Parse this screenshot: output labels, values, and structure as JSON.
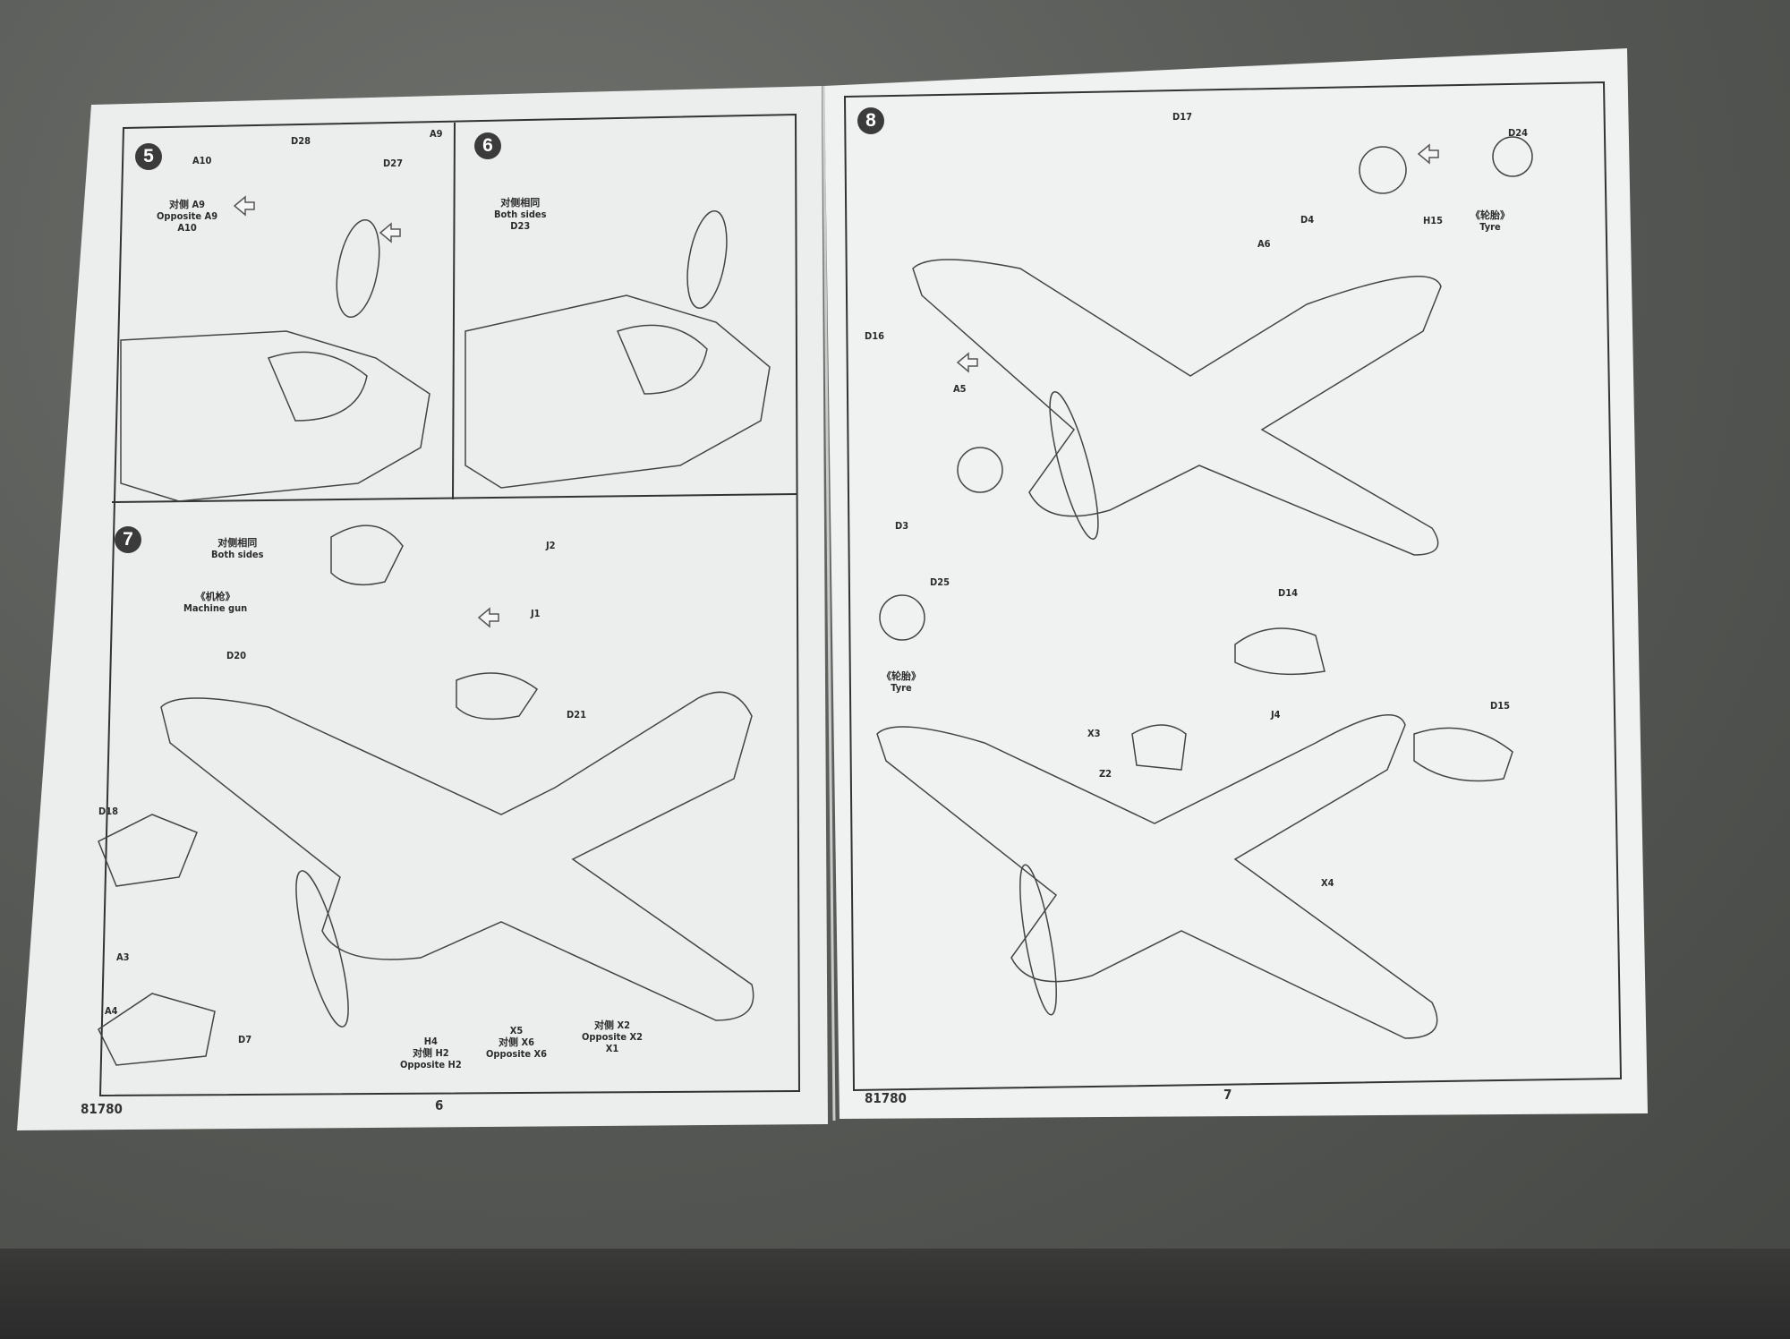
{
  "left_page": {
    "page_number": "6",
    "kit_number": "81780",
    "steps": {
      "step5": {
        "number": "5",
        "labels": {
          "a10": "A10",
          "d28": "D28",
          "d27": "D27",
          "a9": "A9",
          "opp_cn": "对侧 A9",
          "opp_en": "Opposite A9",
          "opp_part": "A10"
        }
      },
      "step6": {
        "number": "6",
        "labels": {
          "both_cn": "对侧相同",
          "both_en": "Both sides",
          "part": "D23"
        }
      },
      "step7": {
        "number": "7",
        "labels": {
          "both_cn": "对侧相同",
          "both_en": "Both sides",
          "gun_cn": "《机枪》",
          "gun_en": "Machine gun",
          "j2": "J2",
          "j1": "J1",
          "d20": "D20",
          "d21": "D21",
          "d18": "D18",
          "a3": "A3",
          "a4": "A4",
          "d7": "D7",
          "h4": "H4",
          "h2_cn": "对侧 H2",
          "h2_en": "Opposite H2",
          "x5": "X5",
          "x6_cn": "对侧 X6",
          "x6_en": "Opposite X6",
          "x2_cn": "对侧 X2",
          "x2_en": "Opposite X2",
          "x1": "X1"
        }
      }
    }
  },
  "right_page": {
    "page_number": "7",
    "kit_number": "81780",
    "steps": {
      "step8": {
        "number": "8",
        "labels": {
          "d17": "D17",
          "d24": "D24",
          "a6": "A6",
          "d4": "D4",
          "h15": "H15",
          "tyre_cn": "《轮胎》",
          "tyre_en": "Tyre",
          "d16": "D16",
          "a5": "A5",
          "d3": "D3",
          "d25": "D25",
          "tyre2_cn": "《轮胎》",
          "tyre2_en": "Tyre",
          "d14": "D14",
          "d15": "D15",
          "j4": "J4",
          "x3": "X3",
          "z2": "Z2",
          "x4": "X4"
        }
      }
    }
  },
  "colors": {
    "paper": "#eef0ef",
    "ink": "#2b2b2b",
    "bench": "#595b58"
  }
}
